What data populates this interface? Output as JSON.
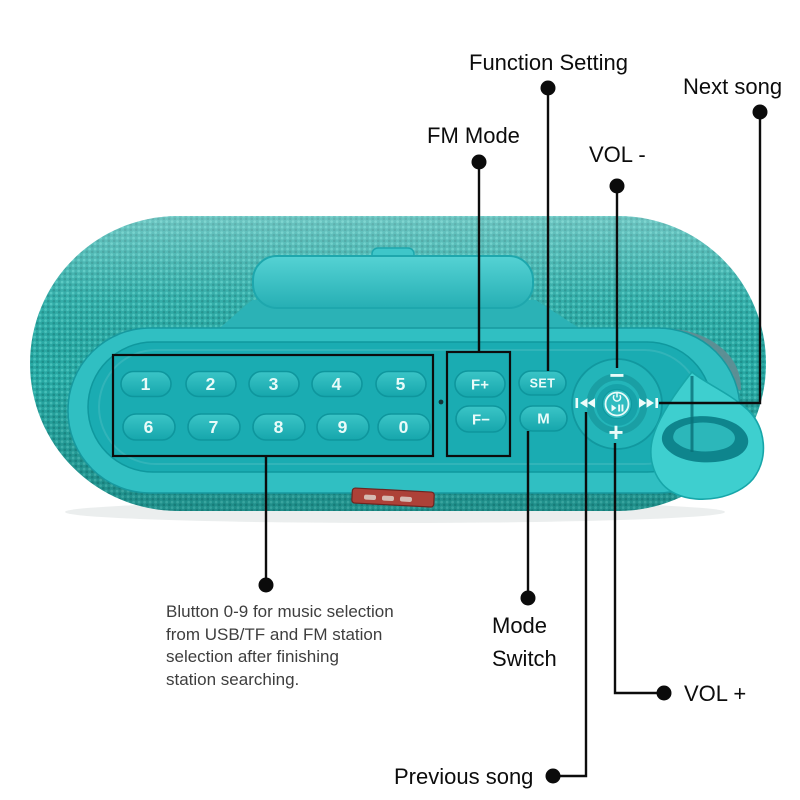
{
  "title": "Speaker button functions diagram",
  "colors": {
    "background": "#ffffff",
    "speaker_fabric_teal": "#2cada7",
    "panel_teal": "#1aacb2",
    "frame_teal": "#30bfc2",
    "strap_teal": "#3ecfcf",
    "tag_red": "#ad4138",
    "annotation_line": "#0c0c0c",
    "note_text": "#3e3e3e",
    "button_text": "#e9fbf9"
  },
  "speaker": {
    "keypad": {
      "digits": [
        "1",
        "2",
        "3",
        "4",
        "5",
        "6",
        "7",
        "8",
        "9",
        "0"
      ]
    },
    "function_keys": {
      "f_plus": "F+",
      "f_minus": "F−",
      "set": "SET",
      "mode": "M"
    },
    "control": {
      "vol_down": "−",
      "vol_up": "+",
      "icons": [
        "previous-track-icon",
        "next-track-icon",
        "power-play-pause-icon"
      ]
    }
  },
  "annotations": {
    "function_setting": "Function Setting",
    "fm_mode": "FM Mode",
    "next_song": "Next song",
    "vol_minus": "VOL -",
    "mode_switch_line1": "Mode",
    "mode_switch_line2": "Switch",
    "vol_plus": "VOL +",
    "previous_song": "Previous song",
    "keypad_note_lines": [
      "Blutton 0-9 for music selection",
      "from USB/TF and FM station",
      "selection after finishing",
      "station searching."
    ]
  }
}
